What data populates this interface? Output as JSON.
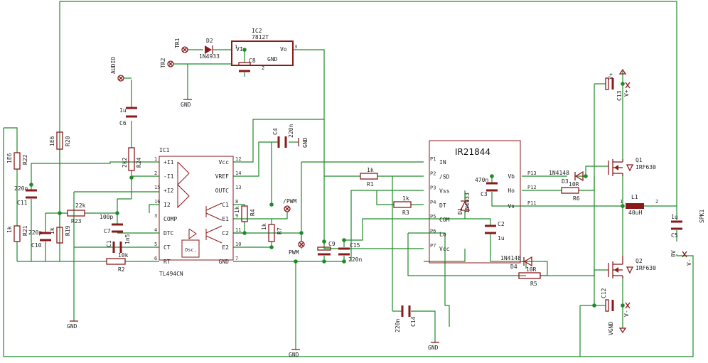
{
  "ic": {
    "tl494": {
      "ref": "IC1",
      "value": "TL494CN",
      "pins_left": [
        "+I1",
        "-I1",
        "+I2",
        "I2",
        "COMP",
        "DTC",
        "CT",
        "RT"
      ],
      "pins_left_nums": [
        "1",
        "2",
        "15",
        "16",
        "3",
        "4",
        "5",
        "6"
      ],
      "pins_right": [
        "Vcc",
        "VREF",
        "OUTC",
        "C1",
        "E1",
        "C2",
        "E2",
        "GND"
      ],
      "pins_right_nums": [
        "12",
        "14",
        "13",
        "8",
        "9",
        "11",
        "10",
        "7"
      ],
      "osc": "Osc."
    },
    "ir21844": {
      "value": "IR21844",
      "pins_left": [
        "IN",
        "/SD",
        "Vss",
        "DT",
        "COM",
        "Lo",
        "Vcc"
      ],
      "pins_left_nums": [
        "P1",
        "P2",
        "P3",
        "P4",
        "P5",
        "P6",
        "P7"
      ],
      "pins_right": [
        "Vb",
        "Ho",
        "Vs"
      ],
      "pins_right_nums": [
        "P13",
        "P12",
        "P11"
      ]
    },
    "reg": {
      "ref": "IC2",
      "value": "7812T",
      "vi": "VI",
      "vo": "Vo",
      "gnd": "GND",
      "pin1": "1",
      "pin2": "2",
      "pin3": "3"
    }
  },
  "parts": {
    "r22": {
      "ref": "R22",
      "value": "1E6"
    },
    "r20": {
      "ref": "R20",
      "value": "1E6"
    },
    "r21": {
      "ref": "R21",
      "value": "1k"
    },
    "r19": {
      "ref": "R19",
      "value": "1k"
    },
    "r23": {
      "ref": "R23",
      "value": "22k"
    },
    "r24": {
      "ref": "R24",
      "value": "2k2"
    },
    "r2": {
      "ref": "R2",
      "value": "10k"
    },
    "r4": {
      "ref": "R4",
      "value": "1k"
    },
    "r7": {
      "ref": "R7",
      "value": "1k"
    },
    "r1": {
      "ref": "R1",
      "value": "1k"
    },
    "r3": {
      "ref": "R3",
      "value": "1k"
    },
    "r6": {
      "ref": "R6",
      "value": "10R"
    },
    "r5": {
      "ref": "R5",
      "value": "10R"
    },
    "c6": {
      "ref": "C6",
      "value": "1u"
    },
    "c11": {
      "ref": "C11",
      "value": "220n"
    },
    "c10": {
      "ref": "C10",
      "value": "220p"
    },
    "c7": {
      "ref": "C7",
      "value": "100p"
    },
    "c1": {
      "ref": "C1",
      "value": "1n5"
    },
    "c4": {
      "ref": "C4",
      "value": "220n"
    },
    "c9": {
      "ref": "C9",
      "value": ""
    },
    "c15": {
      "ref": "C15",
      "value": "220n"
    },
    "c14": {
      "ref": "C14",
      "value": "220n"
    },
    "c3": {
      "ref": "C3",
      "value": "470n"
    },
    "c2": {
      "ref": "C2",
      "value": "1u"
    },
    "c5": {
      "ref": "C5",
      "value": "1u"
    },
    "c13": {
      "ref": "C13",
      "value": ""
    },
    "c12": {
      "ref": "C12",
      "value": ""
    },
    "c8": {
      "ref": "C8",
      "value": ""
    },
    "d2": {
      "ref": "D2",
      "value": "1N4933"
    },
    "d1": {
      "ref": "D1",
      "value": "1N4933"
    },
    "d3": {
      "ref": "D3",
      "value": "1N4148"
    },
    "d4": {
      "ref": "D4",
      "value": "1N4148"
    },
    "q1": {
      "ref": "Q1",
      "value": "IRF630"
    },
    "q2": {
      "ref": "Q2",
      "value": "IRF630"
    },
    "l1": {
      "ref": "L1",
      "value": "40uH"
    },
    "l1_pin1": "1",
    "l1_pin2": "2"
  },
  "labels": {
    "audio": "AUDIO",
    "tr1": "TR1",
    "tr2": "TR2",
    "pwm_n": "/PWM",
    "pwm": "PWM",
    "spk": "SPK1",
    "vplus": "V+",
    "vminus": "V-",
    "zero_v": "0V",
    "vgnd": "VGND",
    "gnd": "GND"
  }
}
